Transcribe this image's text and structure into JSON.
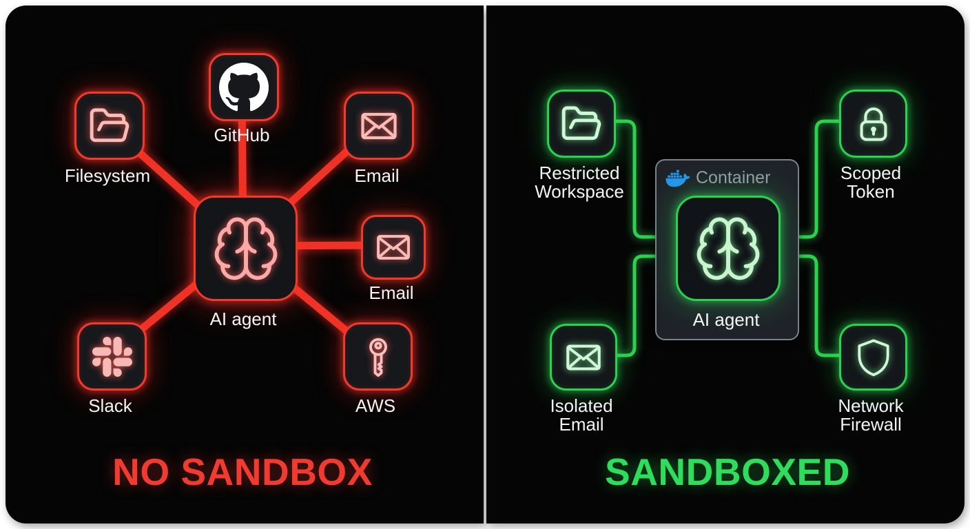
{
  "left_panel": {
    "title": "NO SANDBOX",
    "accent_color": "#f03a2e",
    "line_color": "#ee3428",
    "icon_stroke_color": "#f8bcb8",
    "agent": {
      "label": "AI agent",
      "icon": "brain-icon"
    },
    "nodes": {
      "filesystem": {
        "label": "Filesystem",
        "icon": "folder-open-icon"
      },
      "github": {
        "label": "GitHub",
        "icon": "github-icon"
      },
      "email_top": {
        "label": "Email",
        "icon": "envelope-icon"
      },
      "email_right": {
        "label": "Email",
        "icon": "envelope-icon"
      },
      "slack": {
        "label": "Slack",
        "icon": "slack-icon"
      },
      "aws": {
        "label": "AWS",
        "icon": "key-icon"
      }
    }
  },
  "right_panel": {
    "title": "SANDBOXED",
    "accent_color": "#2bd14f",
    "icon_stroke_color": "#d2f6d8",
    "container": {
      "label": "Container",
      "icon": "docker-whale-icon",
      "docker_blue": "#2496ed"
    },
    "agent": {
      "label": "AI agent",
      "icon": "brain-icon"
    },
    "nodes": {
      "restricted_workspace": {
        "label": "Restricted\nWorkspace",
        "icon": "folder-open-icon"
      },
      "scoped_token": {
        "label": "Scoped\nToken",
        "icon": "lock-icon"
      },
      "isolated_email": {
        "label": "Isolated\nEmail",
        "icon": "envelope-icon"
      },
      "network_firewall": {
        "label": "Network\nFirewall",
        "icon": "shield-icon"
      }
    }
  }
}
